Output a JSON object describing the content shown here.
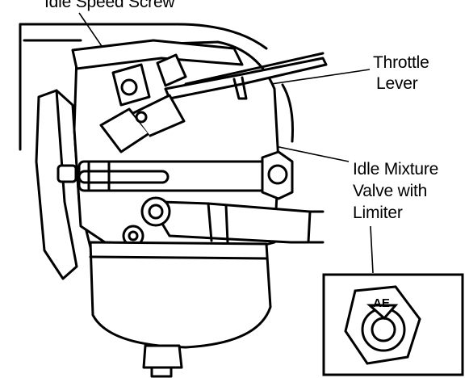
{
  "labels": {
    "idle_speed_screw": "Idle Speed Screw",
    "throttle_lever": [
      "Throttle",
      "Lever"
    ],
    "idle_mixture_valve": [
      "Idle Mixture",
      "Valve with",
      "Limiter"
    ],
    "limiter_marking": "AE"
  }
}
